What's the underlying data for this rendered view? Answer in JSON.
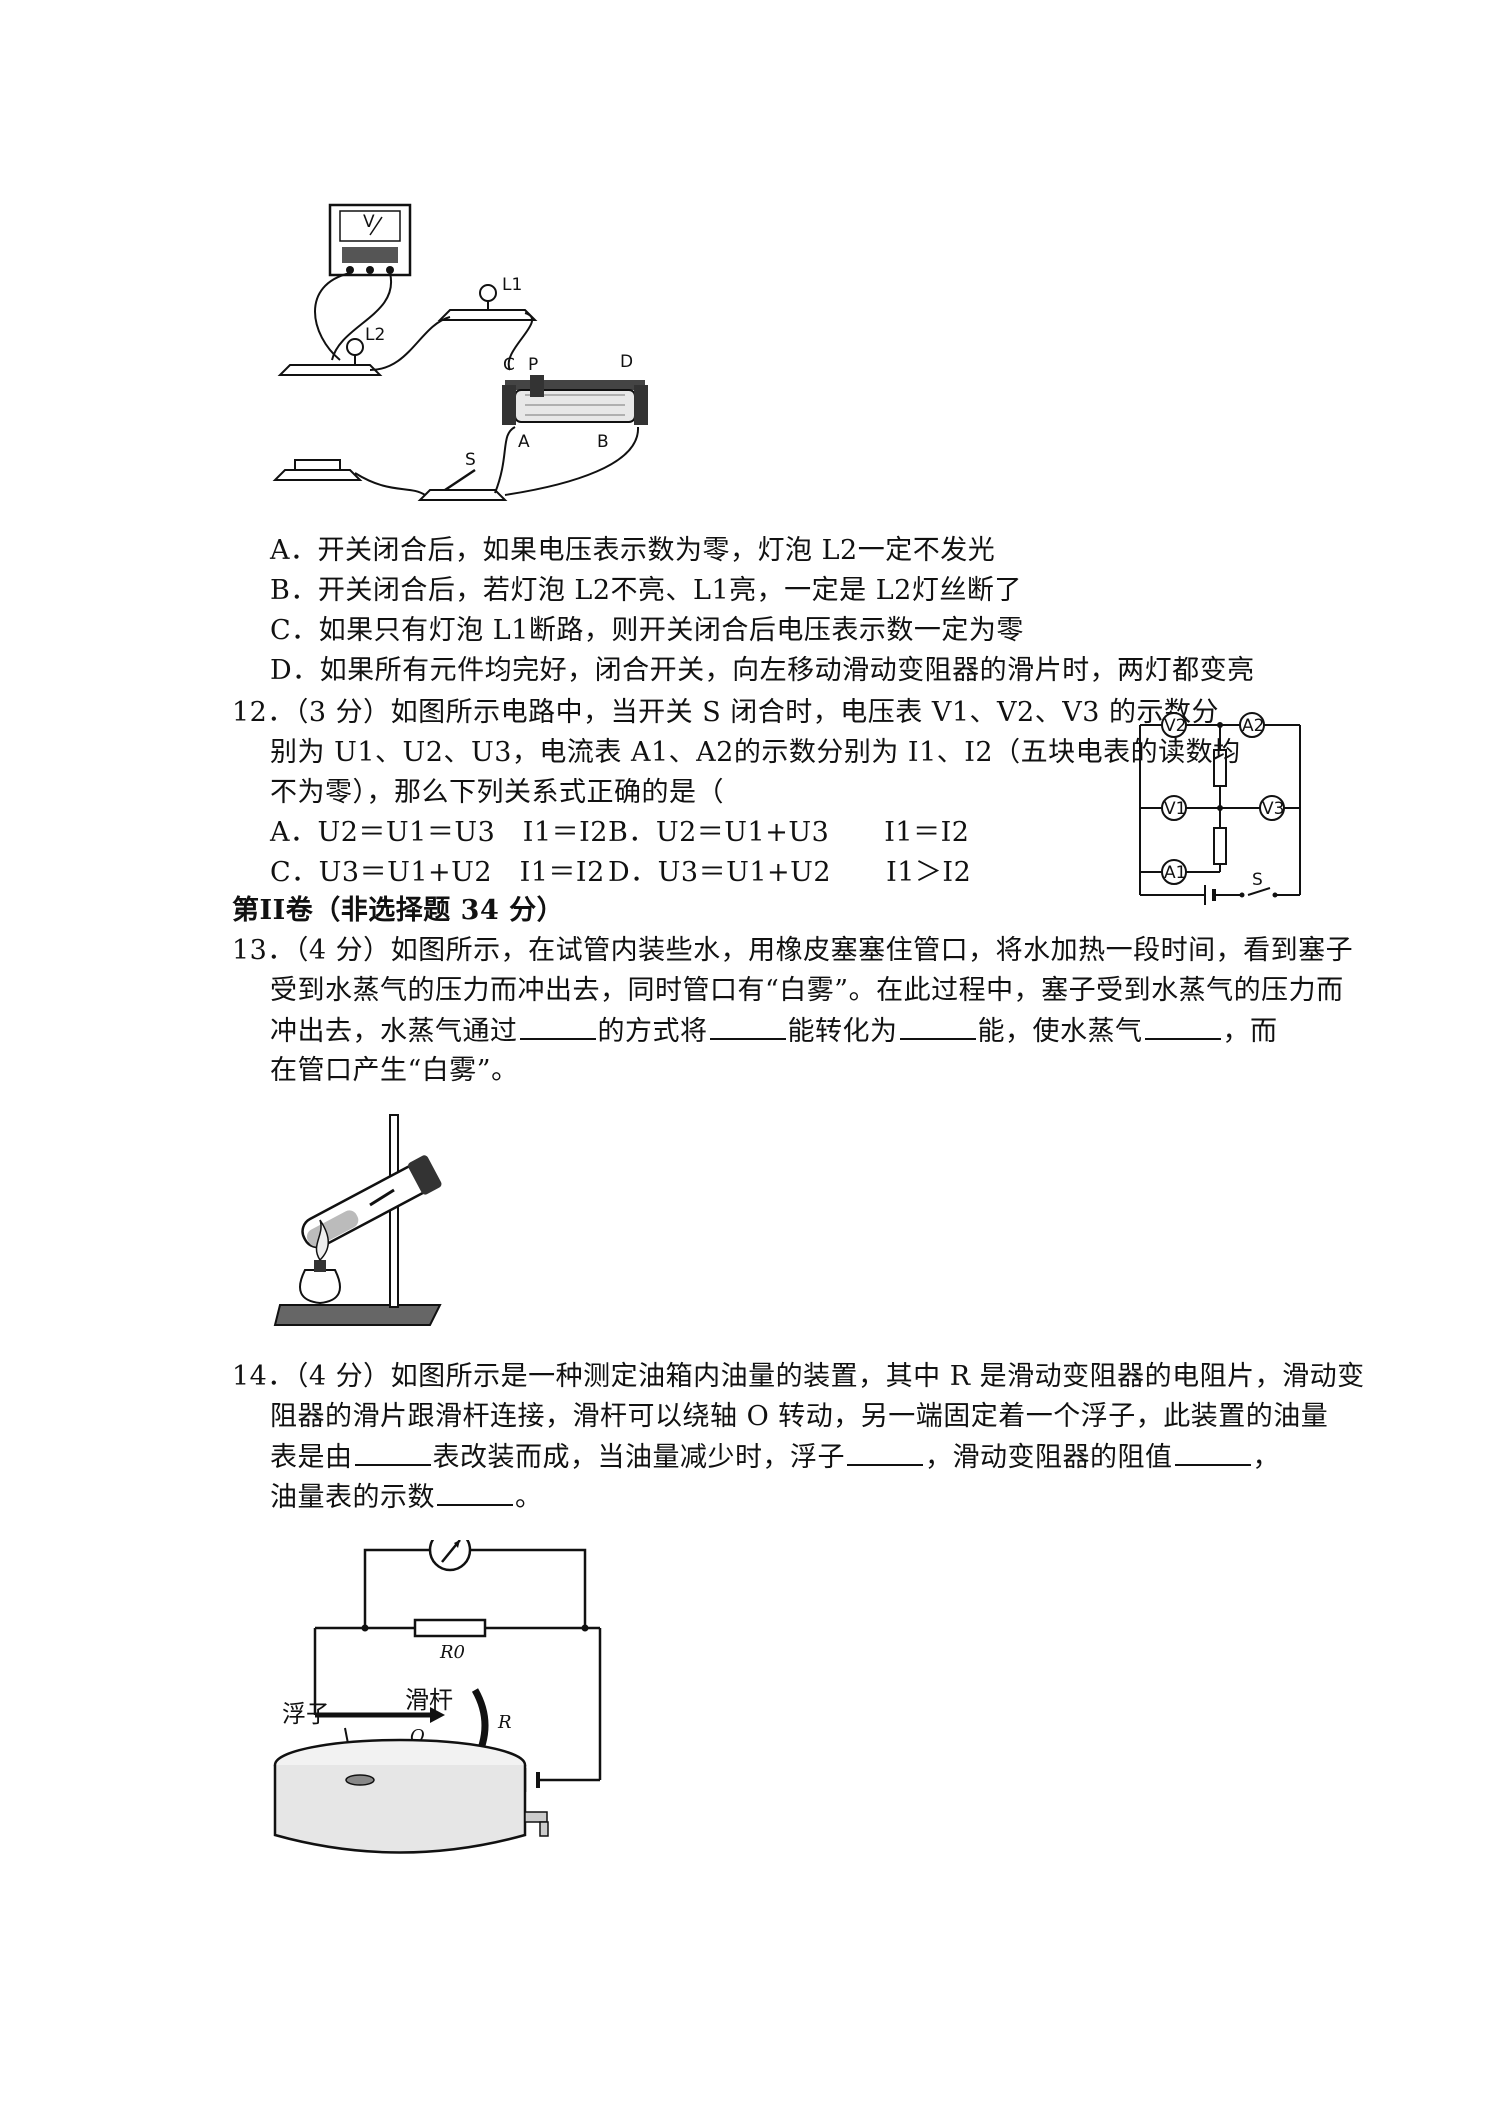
{
  "q11": {
    "fig_labels": {
      "voltmeter": "V",
      "l1": "L1",
      "l2": "L2",
      "c": "C",
      "p": "P",
      "d": "D",
      "a": "A",
      "b": "B",
      "s": "S"
    },
    "options": [
      "A．开关闭合后，如果电压表示数为零，灯泡 L2一定不发光",
      "B．开关闭合后，若灯泡 L2不亮、L1亮，一定是 L2灯丝断了",
      "C．如果只有灯泡 L1断路，则开关闭合后电压表示数一定为零",
      "D．如果所有元件均完好，闭合开关，向左移动滑动变阻器的滑片时，两灯都变亮"
    ]
  },
  "q12": {
    "lines": [
      "12．（3 分）如图所示电路中，当开关 S 闭合时，电压表 V1、V2、V3 的示数分",
      "别为 U1、U2、U3，电流表 A1、A2的示数分别为 I1、I2（五块电表的读数均",
      "不为零），那么下列关系式正确的是（"
    ],
    "options": [
      {
        "a": "A．U2＝U1＝U3　I1＝I2",
        "b": "B．U2＝U1+U3　　I1＝I2"
      },
      {
        "a": "C．U3＝U1+U2　I1＝I2",
        "b": "D．U3＝U1+U2　　I1＞I2"
      }
    ],
    "fig_labels": {
      "v2": "V2",
      "a2": "A2",
      "v1": "V1",
      "v3": "V3",
      "a1": "A1",
      "s": "S"
    }
  },
  "section2": {
    "title": "第II卷（非选择题 34 分）"
  },
  "q13": {
    "line1": "13．（4 分）如图所示，在试管内装些水，用橡皮塞塞住管口，将水加热一段时间，看到塞子",
    "line2": "受到水蒸气的压力而冲出去，同时管口有“白雾”。在此过程中，塞子受到水蒸气的压力而",
    "line3": {
      "p1": "冲出去，水蒸气通过",
      "p2": "的方式将",
      "p3": "能转化为",
      "p4": "能，使水蒸气",
      "p5": "，而"
    },
    "line4": "在管口产生“白雾”。"
  },
  "q14": {
    "line1": "14．（4 分）如图所示是一种测定油箱内油量的装置，其中 R 是滑动变阻器的电阻片，滑动变",
    "line2": "阻器的滑片跟滑杆连接，滑杆可以绕轴 O 转动，另一端固定着一个浮子，此装置的油量",
    "line3": {
      "p1": "表是由",
      "p2": "表改装而成，当油量减少时，浮子",
      "p3": "，滑动变阻器的阻值",
      "p4": "，"
    },
    "line4": {
      "p1": "油量表的示数",
      "p2": "。"
    },
    "fig_labels": {
      "r0": "R0",
      "float": "浮子",
      "rod": "滑杆",
      "o": "O",
      "r": "R"
    }
  }
}
